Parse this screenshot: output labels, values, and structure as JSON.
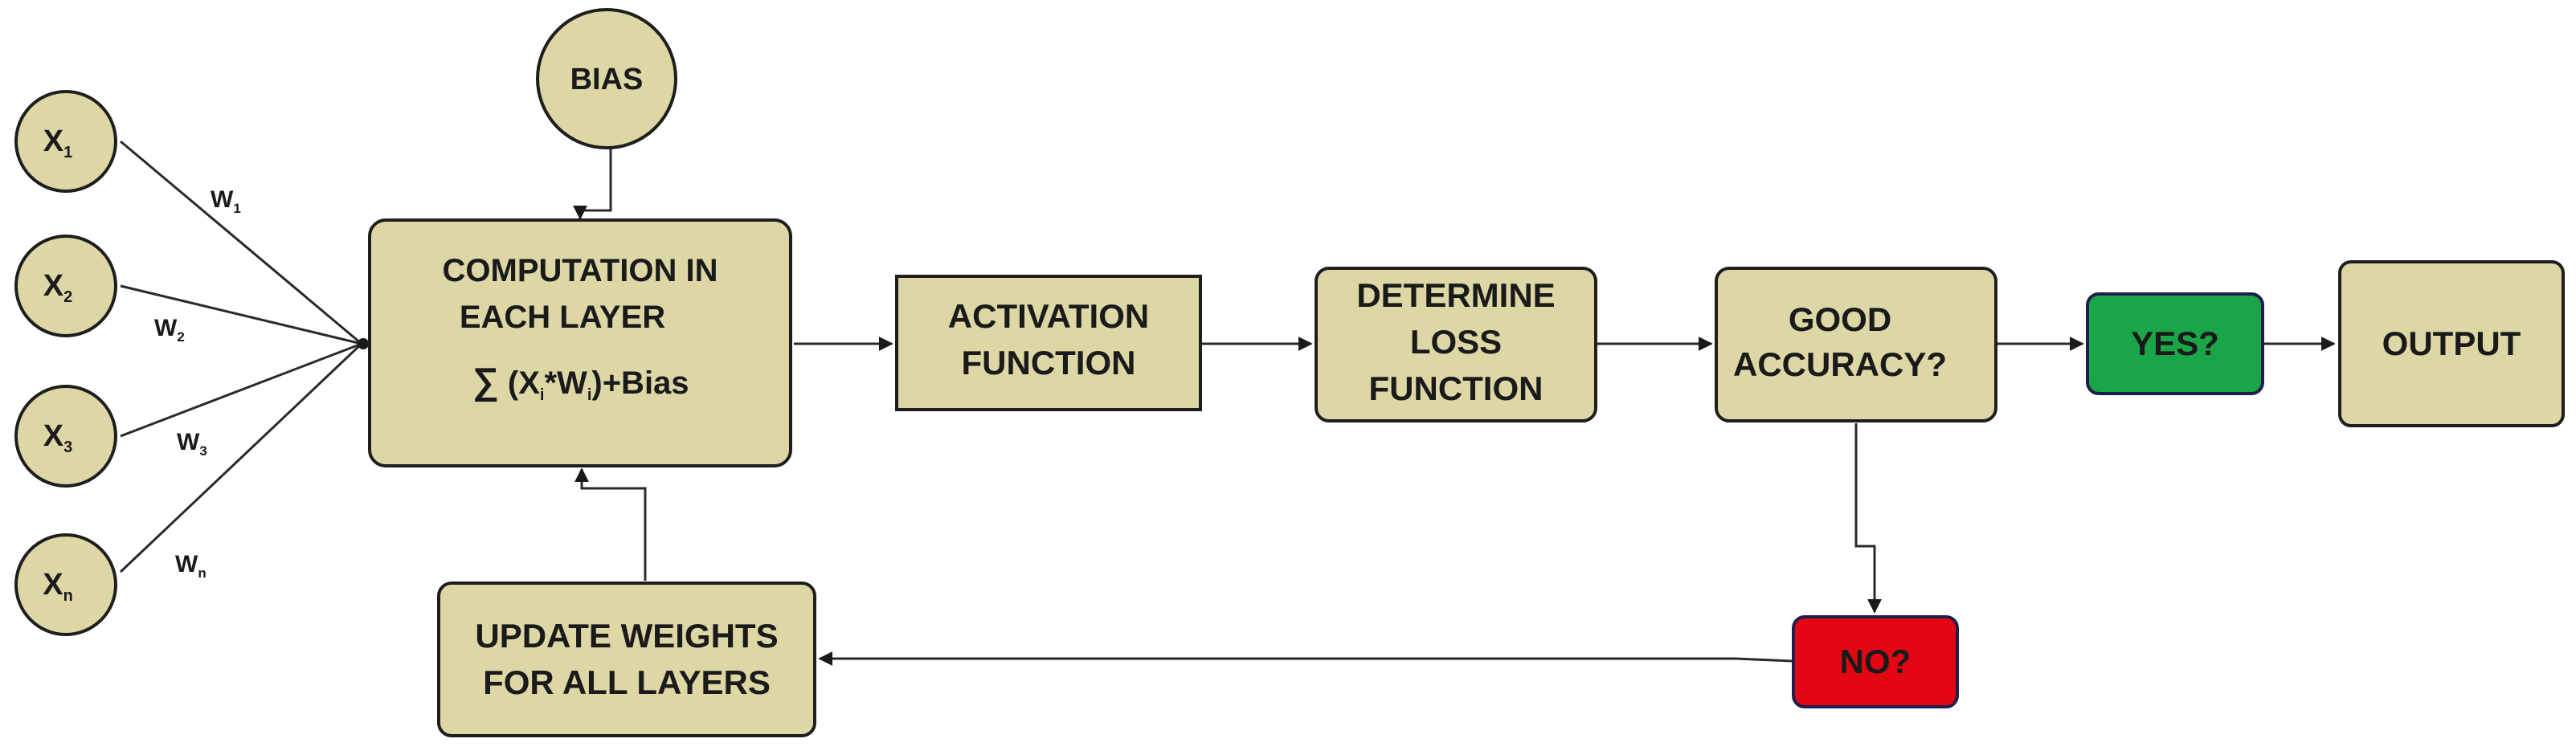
{
  "colors": {
    "node_fill": "#dcd7a5",
    "node_stroke": "#1e1e1e",
    "yes_fill": "#1aa548",
    "no_fill": "#e30613",
    "line": "#2a2a2a"
  },
  "inputs": [
    {
      "base": "X",
      "sub": "1"
    },
    {
      "base": "X",
      "sub": "2"
    },
    {
      "base": "X",
      "sub": "3"
    },
    {
      "base": "X",
      "sub": "n"
    }
  ],
  "weights": [
    {
      "base": "W",
      "sub": "1"
    },
    {
      "base": "W",
      "sub": "2"
    },
    {
      "base": "W",
      "sub": "3"
    },
    {
      "base": "W",
      "sub": "n"
    }
  ],
  "bias": "BIAS",
  "computation": {
    "line1": "COMPUTATION IN",
    "line2": "EACH LAYER",
    "sum_symbol": "∑",
    "formula_open": " (X",
    "formula_sub_i": "i",
    "formula_mid": "*W",
    "formula_sub_i2": "i",
    "formula_close": ")+Bias"
  },
  "activation": {
    "line1": "ACTIVATION",
    "line2": "FUNCTION"
  },
  "loss": {
    "line1": "DETERMINE",
    "line2": "LOSS",
    "line3": "FUNCTION"
  },
  "accuracy": {
    "line1": "GOOD",
    "line2": "ACCURACY?"
  },
  "yes": "YES?",
  "no": "NO?",
  "output": "OUTPUT",
  "update": {
    "line1": "UPDATE WEIGHTS",
    "line2": "FOR ALL LAYERS"
  }
}
